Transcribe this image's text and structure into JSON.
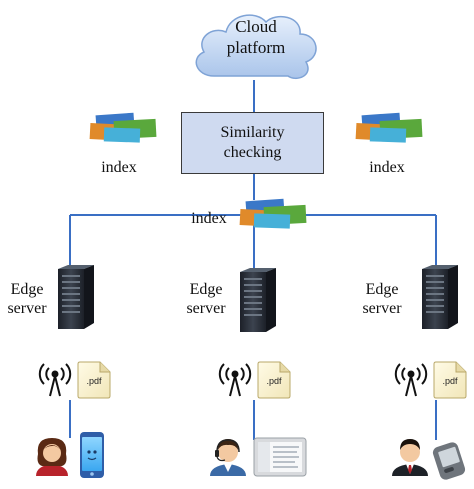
{
  "cloud": {
    "label_line1": "Cloud",
    "label_line2": "platform"
  },
  "similarity": {
    "label_line1": "Similarity",
    "label_line2": "checking"
  },
  "index_labels": {
    "left": "index",
    "right": "index",
    "center": "index"
  },
  "edge_servers": [
    {
      "line1": "Edge",
      "line2": "server"
    },
    {
      "line1": "Edge",
      "line2": "server"
    },
    {
      "line1": "Edge",
      "line2": "server"
    }
  ],
  "file_badge": ".pdf",
  "colors": {
    "connector": "#3a6fc4",
    "cloud_fill": "#cfe0f7",
    "box_fill": "#cfdaf0",
    "server_dark": "#2a2f38",
    "card_blue": "#3b78c8",
    "card_green": "#5aa83c",
    "card_orange": "#e08a2a"
  },
  "icons": [
    "cloud-icon",
    "index-cards-icon",
    "server-icon",
    "wireless-tower-icon",
    "pdf-file-icon",
    "female-user-icon",
    "male-user-icon",
    "smartphone-icon",
    "tablet-icon",
    "pda-icon"
  ]
}
